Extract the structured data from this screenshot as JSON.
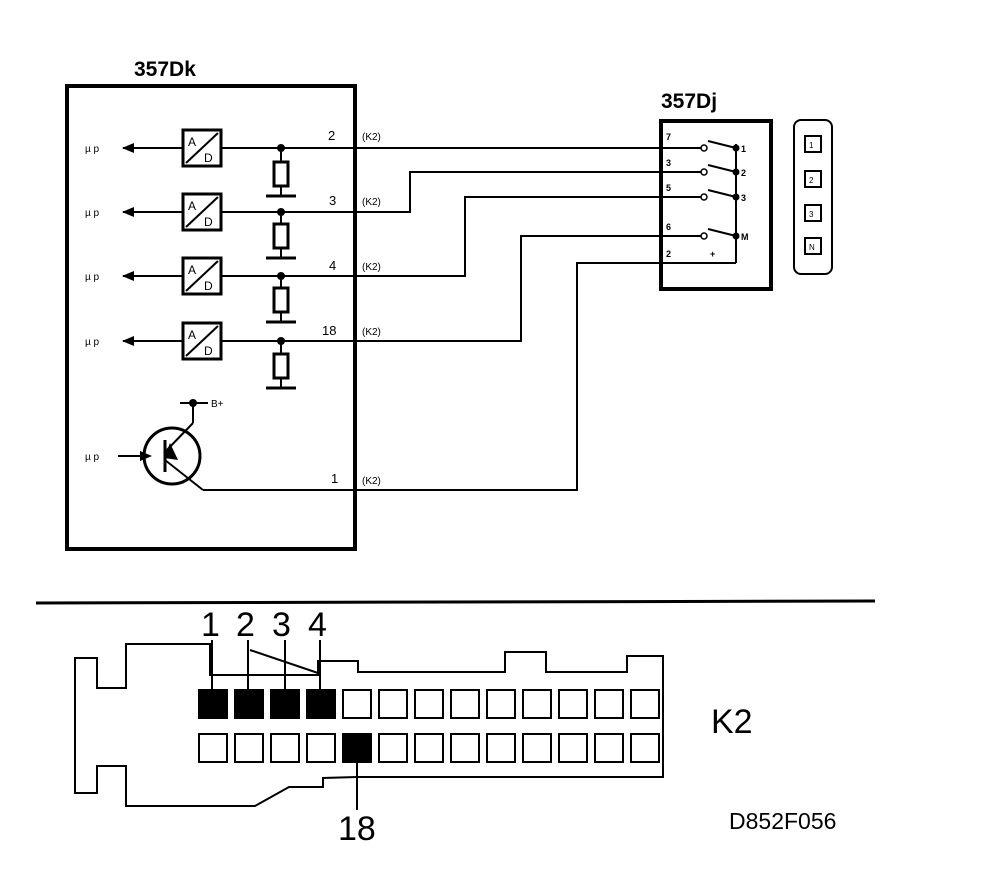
{
  "ecu": {
    "label": "357Dk",
    "input_label": "µ p",
    "supply_label": "B+"
  },
  "switch_unit": {
    "label": "357Dj",
    "left_pins": [
      "7",
      "3",
      "5",
      "6",
      "2"
    ],
    "right_terminals": [
      "1",
      "2",
      "3",
      "M"
    ],
    "plus_label": "+"
  },
  "positions_indicator": [
    "1",
    "2",
    "3",
    "N"
  ],
  "wires": [
    {
      "pin": "2",
      "connector": "(K2)"
    },
    {
      "pin": "3",
      "connector": "(K2)"
    },
    {
      "pin": "4",
      "connector": "(K2)"
    },
    {
      "pin": "18",
      "connector": "(K2)"
    },
    {
      "pin": "1",
      "connector": "(K2)"
    }
  ],
  "ad_converter": {
    "top_letter": "A",
    "bottom_letter": "D"
  },
  "connector": {
    "name": "K2",
    "top_callouts": [
      "1",
      "2",
      "3",
      "4"
    ],
    "bottom_callout": "18",
    "row_count": 2,
    "cells_per_row": 13,
    "filled_top_cells": [
      1,
      2,
      3,
      4
    ],
    "filled_bottom_cells": [
      5
    ]
  },
  "figure_code": "D852F056",
  "colors": {
    "ink": "#000000",
    "paper": "#ffffff"
  }
}
